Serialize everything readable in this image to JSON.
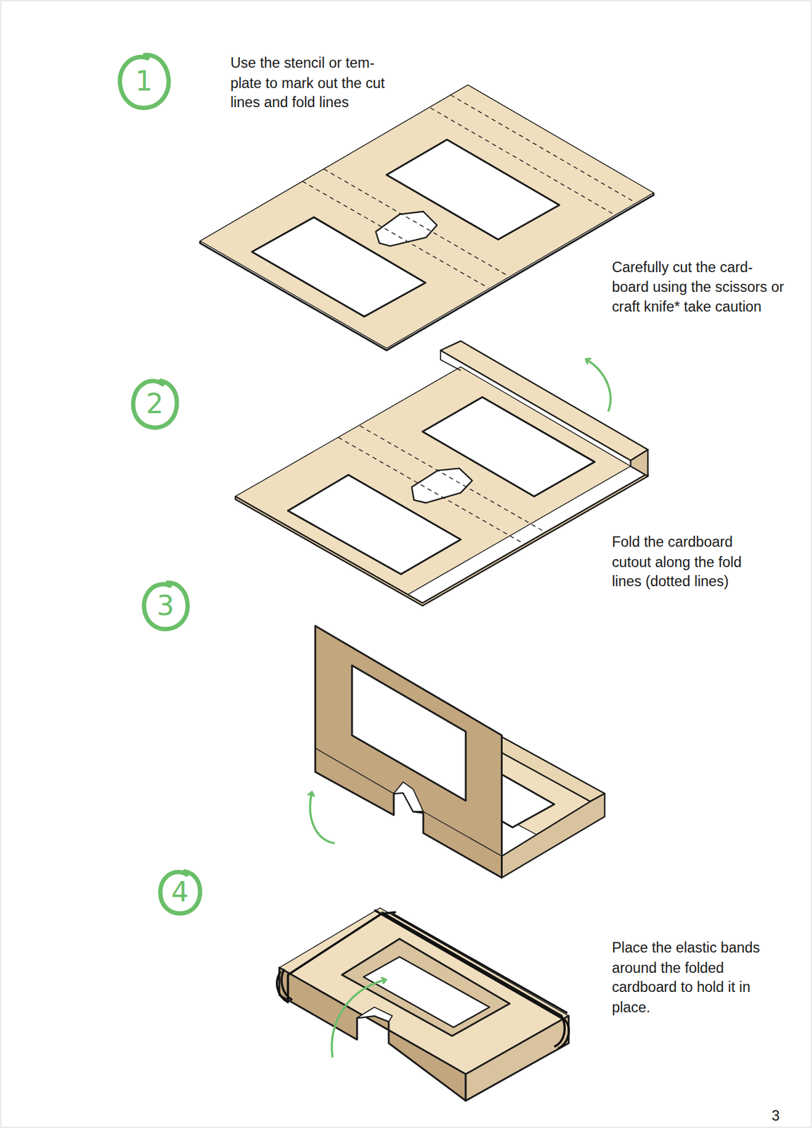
{
  "diagram": {
    "nodes": [
      {
        "text": [
          "1"
        ]
      },
      {
        "text": [
          "2"
        ]
      },
      {
        "text": [
          "3"
        ]
      },
      {
        "text": [
          "4"
        ]
      }
    ],
    "labels": [
      "Use the stencil or tem- plate to mark out the cut lines and fold lines",
      "Carefully cut the card- board using the scissors or craft knife* take caution",
      "Fold the cardboard cutout along the fold lines (dotted lines)",
      "Place the elastic bands around the folded cardboard to hold it in place.",
      "3"
    ]
  }
}
